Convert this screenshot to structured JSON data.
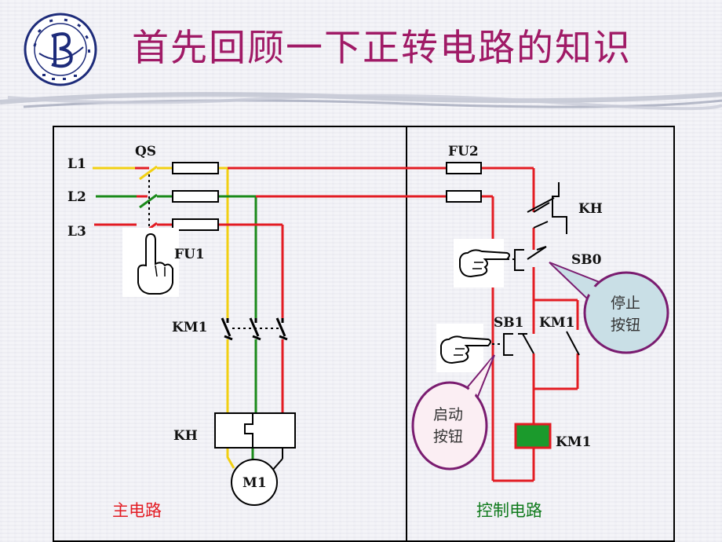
{
  "slide": {
    "title": "首先回顾一下正转电路的知识"
  },
  "main_circuit": {
    "caption": "主电路",
    "labels": {
      "L1": "L1",
      "L2": "L2",
      "L3": "L3",
      "QS": "QS",
      "FU1": "FU1",
      "KM1": "KM1",
      "KH": "KH",
      "M1": "M1"
    }
  },
  "control_circuit": {
    "caption": "控制电路",
    "labels": {
      "FU2": "FU2",
      "KH": "KH",
      "SB0": "SB0",
      "SB1": "SB1",
      "KM1_contact": "KM1",
      "KM1_coil": "KM1"
    }
  },
  "callouts": {
    "stop": [
      "停止",
      "按钮"
    ],
    "start": [
      "启动",
      "按钮"
    ]
  },
  "colors": {
    "title": "#a01a66",
    "phase_L1": "#f2d012",
    "phase_L2": "#1a8a1a",
    "phase_L3": "#e31c23",
    "stop_bubble": "#c9dfe6",
    "start_bubble": "#fbeef3",
    "bubble_border": "#7a1c70",
    "coil": "#1b9a2c"
  },
  "icons": [
    "hand-pointing-up-icon",
    "hand-pointing-right-icon",
    "hand-pointing-right-icon"
  ]
}
